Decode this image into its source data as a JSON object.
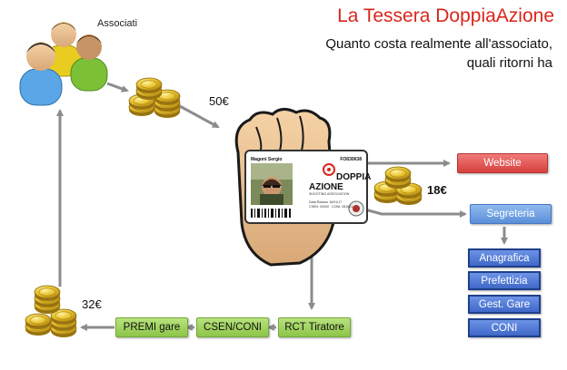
{
  "header": {
    "title": "La Tessera DoppiaAzione",
    "subtitle_line1": "Quanto costa realmente all'associato,",
    "subtitle_line2": "quali ritorni ha"
  },
  "people": {
    "label": "Associati"
  },
  "amounts": {
    "membership_fee": "50€",
    "returned": "32€",
    "share": "18€"
  },
  "card": {
    "holder_name": "Magoni Sergio",
    "card_number": "FO830638",
    "brand_line1": "DOPPIA",
    "brand_line2": "AZIONE",
    "brand_subline": "SHOOTING ASSOCIATION",
    "issued_line": "Data Rilascio 16/01/17",
    "ids_line": "CSEN: 00000 · CONI: 281601"
  },
  "destinations": {
    "website": "Website",
    "secretariat": "Segreteria"
  },
  "secretariat_items": [
    "Anagrafica",
    "Prefettizia",
    "Gest. Gare",
    "CONI"
  ],
  "benefits": {
    "rct": "RCT Tiratore",
    "csen": "CSEN/CONI",
    "prizes": "PREMI gare"
  },
  "colors": {
    "title": "#d9261c",
    "benefit_green": "#8cc548",
    "website_red": "#d6413f",
    "secretariat_blue": "#5b8fd9",
    "item_navy": "#3f68c8",
    "arrow_gray": "#8c8c8c"
  }
}
